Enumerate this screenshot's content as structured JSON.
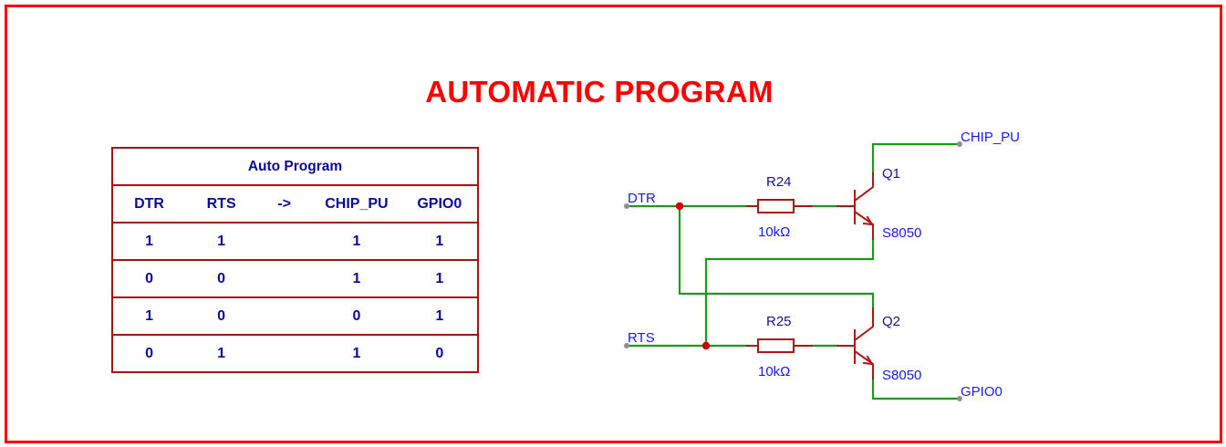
{
  "title": "AUTOMATIC PROGRAM",
  "colors": {
    "frame": "#ff0000",
    "title": "#ff0000",
    "table_border": "#aa1111",
    "table_text": "#0a0a9a",
    "wire": "#1a9a1a",
    "component": "#b01515",
    "junction": "#cc0000",
    "net_label": "#1a1aee",
    "ref_label": "#14148c",
    "port_dot": "#909090"
  },
  "table": {
    "caption": "Auto Program",
    "headers": [
      "DTR",
      "RTS",
      "->",
      "CHIP_PU",
      "GPIO0"
    ],
    "rows": [
      [
        "1",
        "1",
        "",
        "1",
        "1"
      ],
      [
        "0",
        "0",
        "",
        "1",
        "1"
      ],
      [
        "1",
        "0",
        "",
        "0",
        "1"
      ],
      [
        "0",
        "1",
        "",
        "1",
        "0"
      ]
    ]
  },
  "schematic": {
    "nets": {
      "dtr": "DTR",
      "rts": "RTS",
      "chip_pu": "CHIP_PU",
      "gpio0": "GPIO0"
    },
    "resistors": [
      {
        "ref": "R24",
        "value": "10kΩ"
      },
      {
        "ref": "R25",
        "value": "10kΩ"
      }
    ],
    "transistors": [
      {
        "ref": "Q1",
        "part": "S8050"
      },
      {
        "ref": "Q2",
        "part": "S8050"
      }
    ]
  }
}
